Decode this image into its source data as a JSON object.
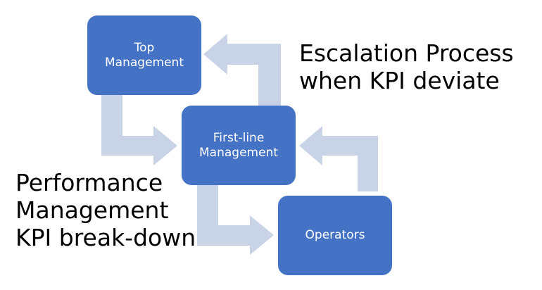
{
  "boxes": {
    "top_management": [
      "Top",
      "Management"
    ],
    "first_line_management": [
      "First-line",
      "Management"
    ],
    "operators": [
      "Operators"
    ]
  },
  "captions": {
    "escalation": [
      "Escalation Process",
      "when KPI deviate"
    ],
    "performance": [
      "Performance",
      "Management",
      "KPI break-down"
    ]
  },
  "colors": {
    "box_fill": "#4472c4",
    "box_text": "#ffffff",
    "arrow_fill": "#c9d3e8",
    "caption_text": "#000000"
  }
}
